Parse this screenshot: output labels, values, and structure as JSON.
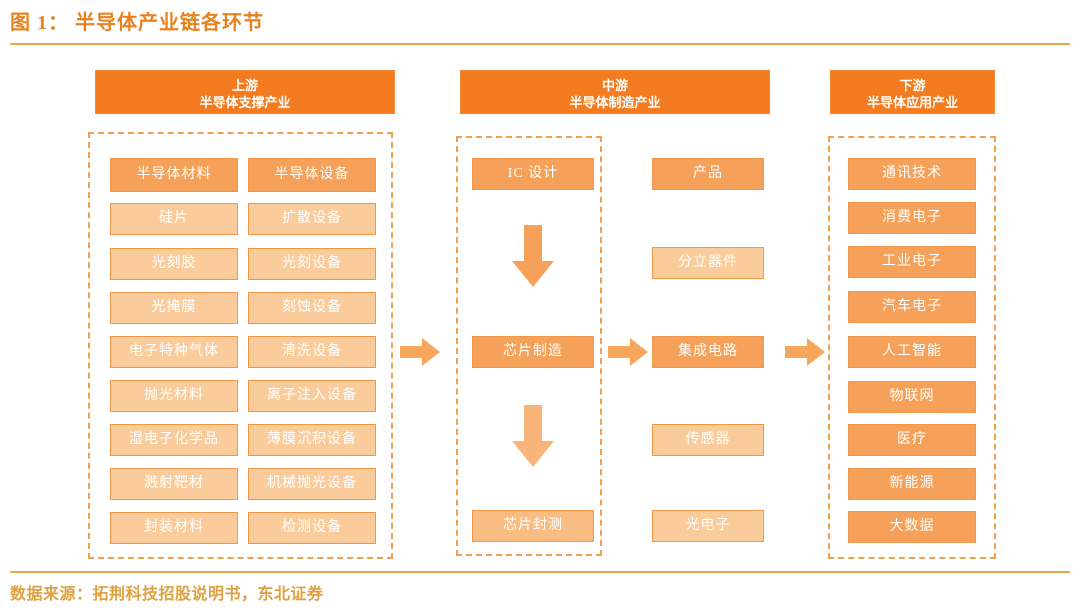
{
  "figure": {
    "title": "图 1： 半导体产业链各环节",
    "source": "数据来源：拓荆科技招股说明书，东北证券"
  },
  "colors": {
    "accent": "#f47b20",
    "rule": "#e8a84e",
    "title_text": "#e8821e",
    "node_border": "#f0974a",
    "node_strong": "#f5a15a",
    "node_light": "#fbcc9b",
    "frame_dash": "#f0a050"
  },
  "sections": {
    "upstream": {
      "title_line1": "上游",
      "title_line2": "半导体支撑产业",
      "columns": [
        {
          "name": "materials",
          "items": [
            "半导体材料",
            "硅片",
            "光刻胶",
            "光掩膜",
            "电子特种气体",
            "抛光材料",
            "湿电子化学品",
            "溅射靶材",
            "封装材料"
          ]
        },
        {
          "name": "equipment",
          "items": [
            "半导体设备",
            "扩散设备",
            "光刻设备",
            "刻蚀设备",
            "清洗设备",
            "离子注入设备",
            "薄膜沉积设备",
            "机械抛光设备",
            "检测设备"
          ]
        }
      ]
    },
    "midstream": {
      "title_line1": "中游",
      "title_line2": "半导体制造产业",
      "process_items": [
        "IC 设计",
        "芯片制造",
        "芯片封测"
      ],
      "product_items": [
        "产品",
        "分立器件",
        "集成电路",
        "传感器",
        "光电子"
      ]
    },
    "downstream": {
      "title_line1": "下游",
      "title_line2": "半导体应用产业",
      "items": [
        "通讯技术",
        "消费电子",
        "工业电子",
        "汽车电子",
        "人工智能",
        "物联网",
        "医疗",
        "新能源",
        "大数据"
      ]
    }
  },
  "arrows": {
    "down_1": "arrow-down-icon",
    "down_2": "arrow-down-icon",
    "right_1": "arrow-right-icon",
    "right_2": "arrow-right-icon"
  }
}
